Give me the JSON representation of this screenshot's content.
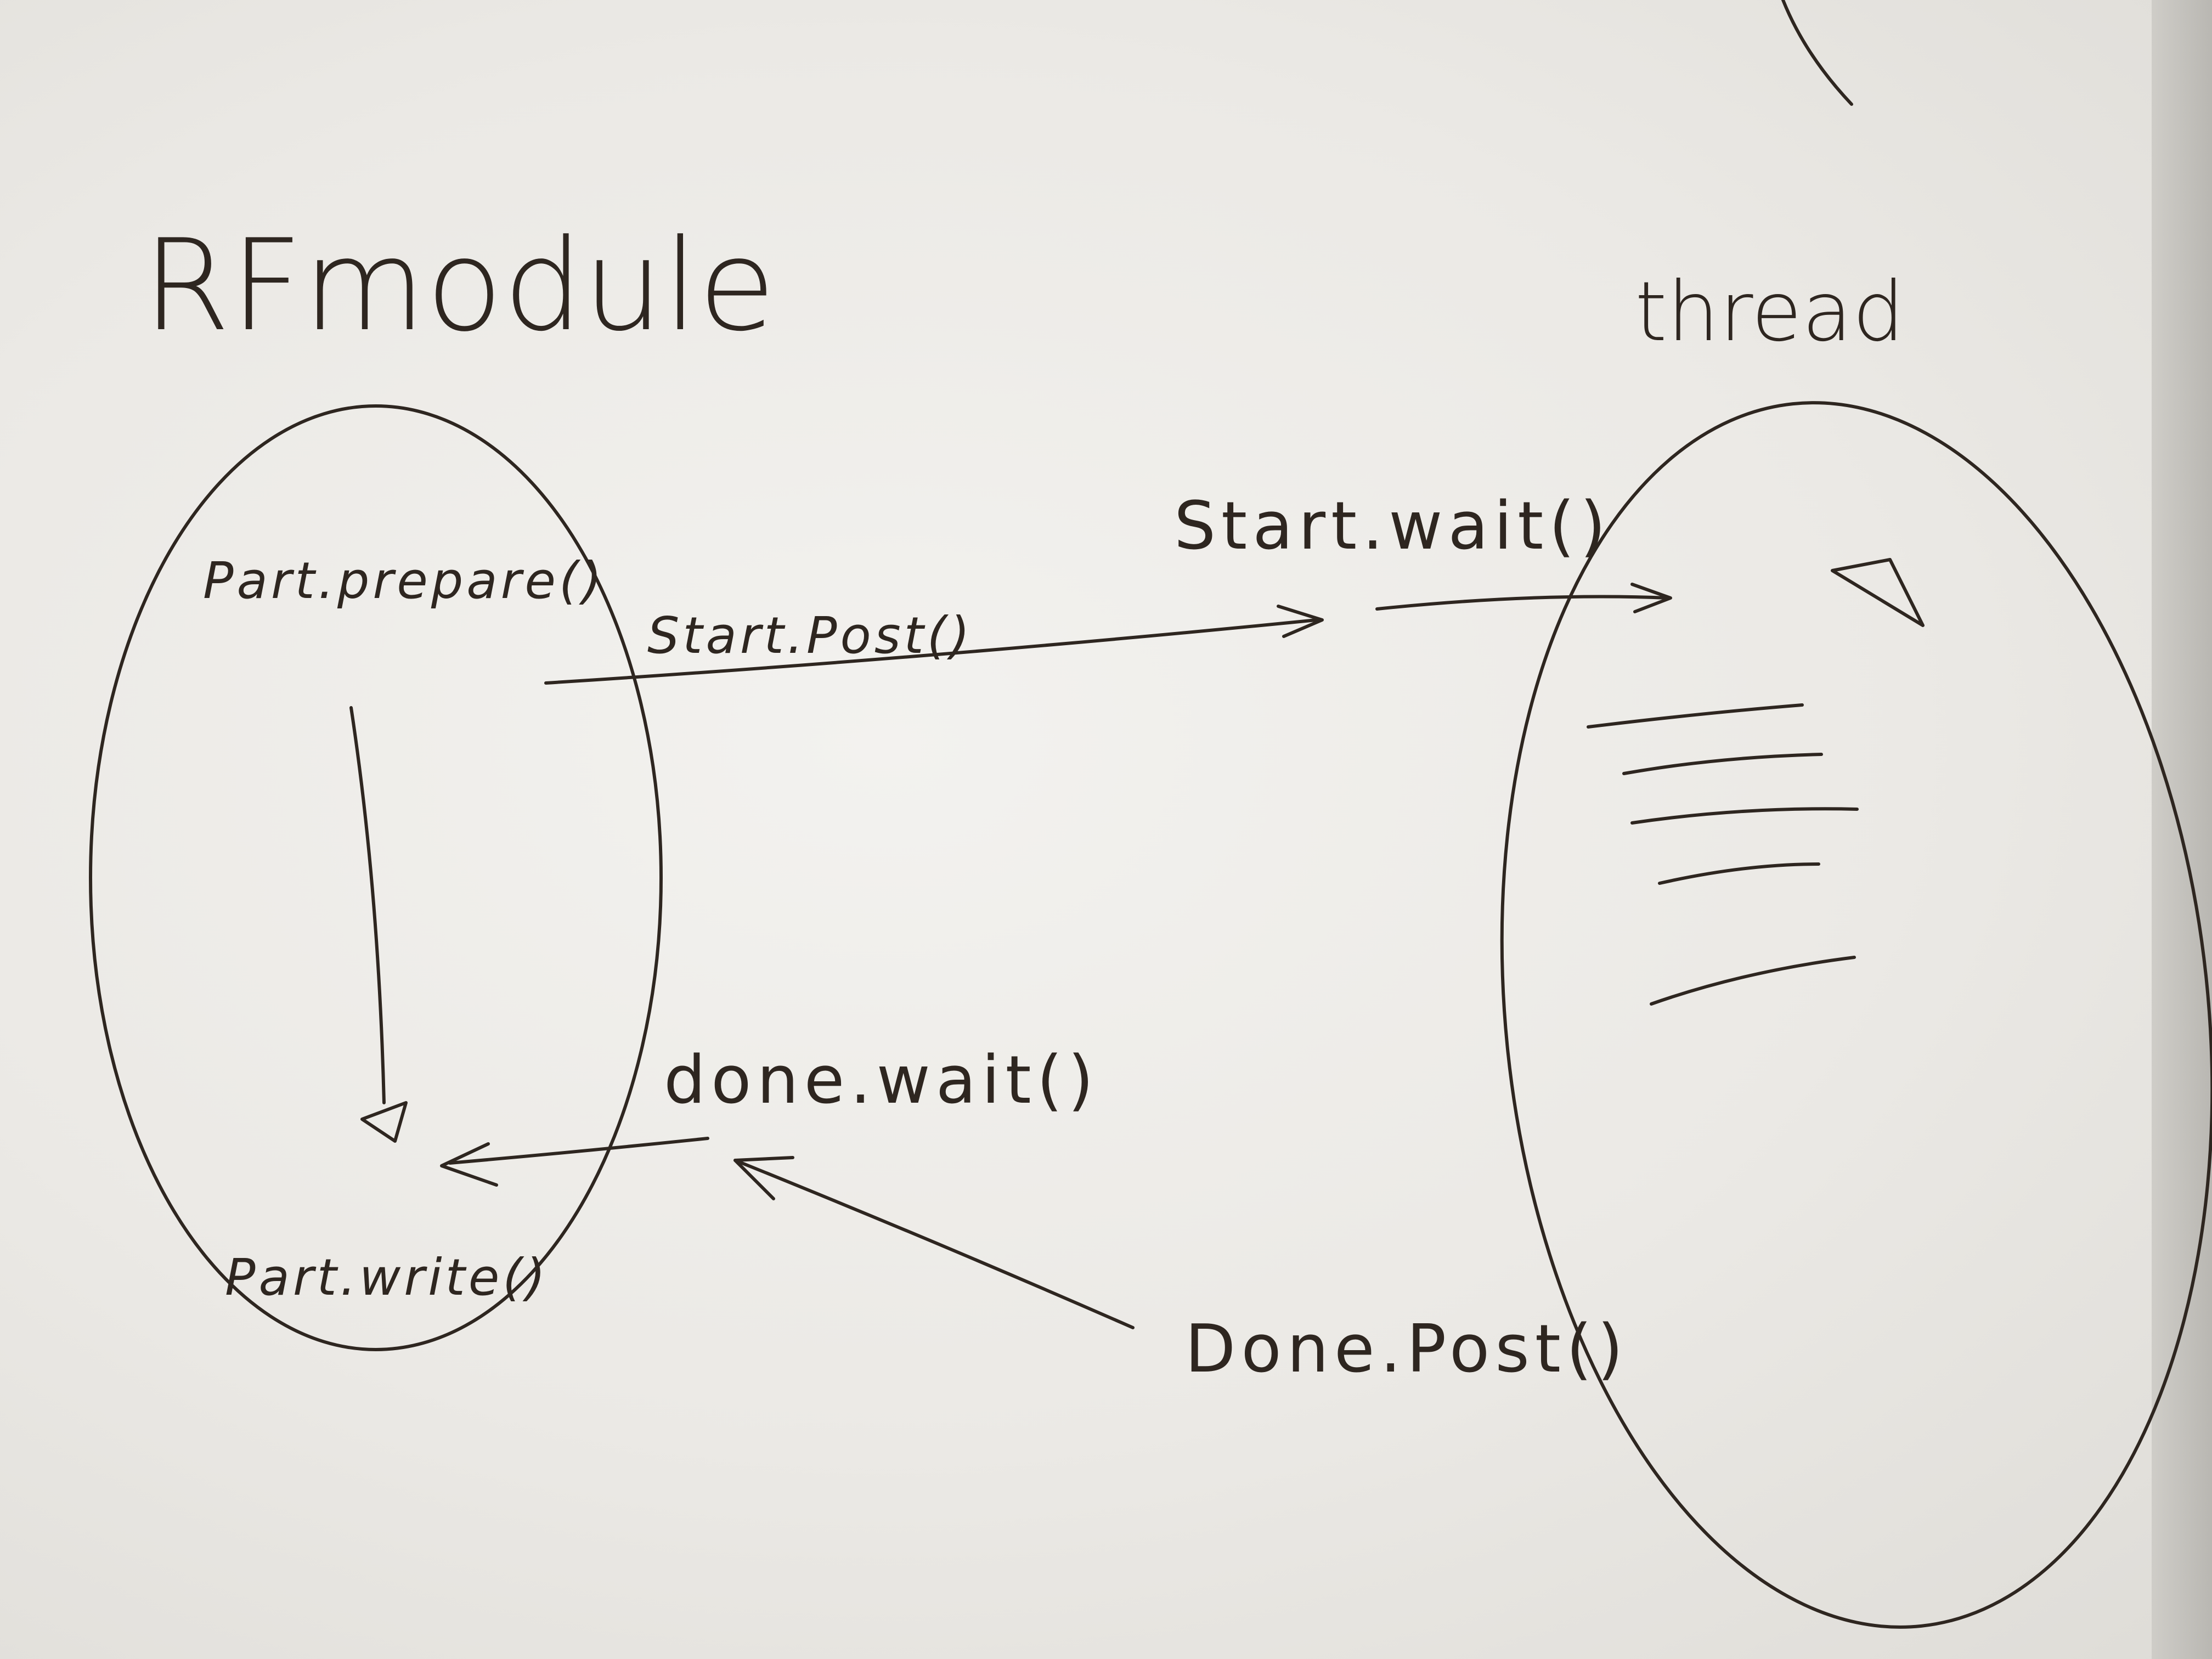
{
  "diagram": {
    "left_module": {
      "title": "RFmodule",
      "first_call": "Part.prepare()",
      "last_call": "Part.write()"
    },
    "right_module": {
      "title": "thread",
      "wait_call": "Start.wait()"
    },
    "messages": {
      "start_post": "Start.Post()",
      "done_wait": "done.wait()",
      "done_post": "Done.Post()"
    }
  }
}
